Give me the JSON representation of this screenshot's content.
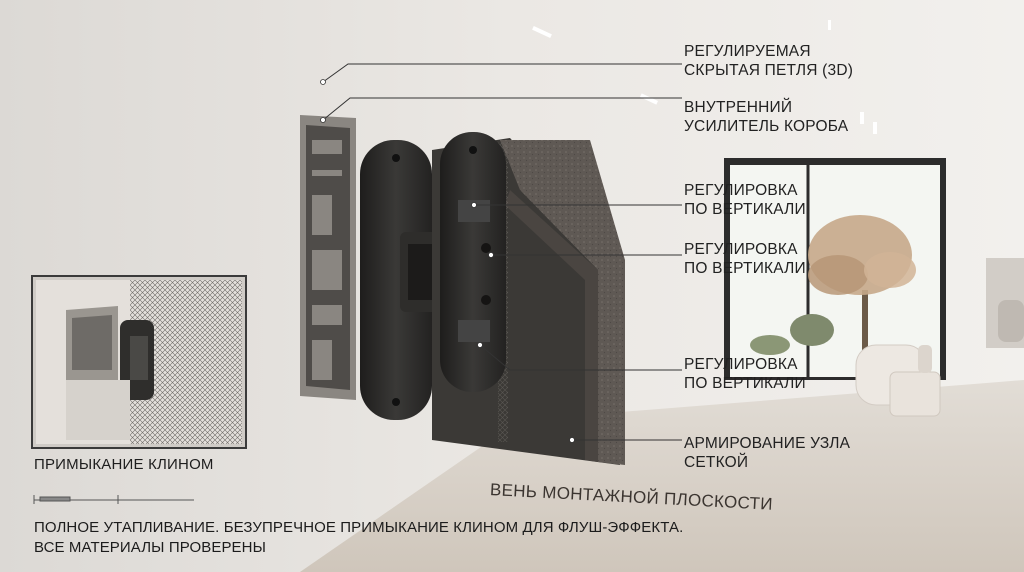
{
  "labels": {
    "hinge_3d": [
      "РЕГУЛИРУЕМАЯ",
      "СКРЫТАЯ ПЕТЛЯ (3D)"
    ],
    "frame_reinforcement": [
      "ВНУТРЕННИЙ",
      "УСИЛИТЕЛЬ КОРОБА"
    ],
    "adjust_1": [
      "РЕГУЛИРОВКА",
      "ПО ВЕРТИКАЛИ"
    ],
    "adjust_2": [
      "РЕГУЛИРОВКА",
      "ПО ВЕРТИКАЛИ"
    ],
    "adjust_3": [
      "РЕГУЛИРОВКА",
      "ПО ВЕРТИКАЛИ"
    ],
    "mesh": [
      "АРМИРОВАНИЕ УЗЛА",
      "СЕТКОЙ"
    ]
  },
  "inset_caption": "ПРИМЫКАНИЕ КЛИНОМ",
  "plane_caption": "ВЕНЬ МОНТАЖНОЙ ПЛОСКОСТИ",
  "bottom_text": [
    "ПОЛНОЕ УТАПЛИВАНИЕ. БЕЗУПРЕЧНОЕ ПРИМЫКАНИЕ КЛИНОМ ДЛЯ ФЛУШ-ЭФФЕКТА.",
    "ВСЕ МАТЕРИАЛЫ ПРОВЕРЕНЫ"
  ],
  "colors": {
    "wall": "#e9e6e2",
    "hinge": "#2b2a29",
    "door_core": "#3a3836",
    "render_plaster": "#6b6560",
    "profile": "#7d7a76",
    "leader_line": "#333333"
  }
}
